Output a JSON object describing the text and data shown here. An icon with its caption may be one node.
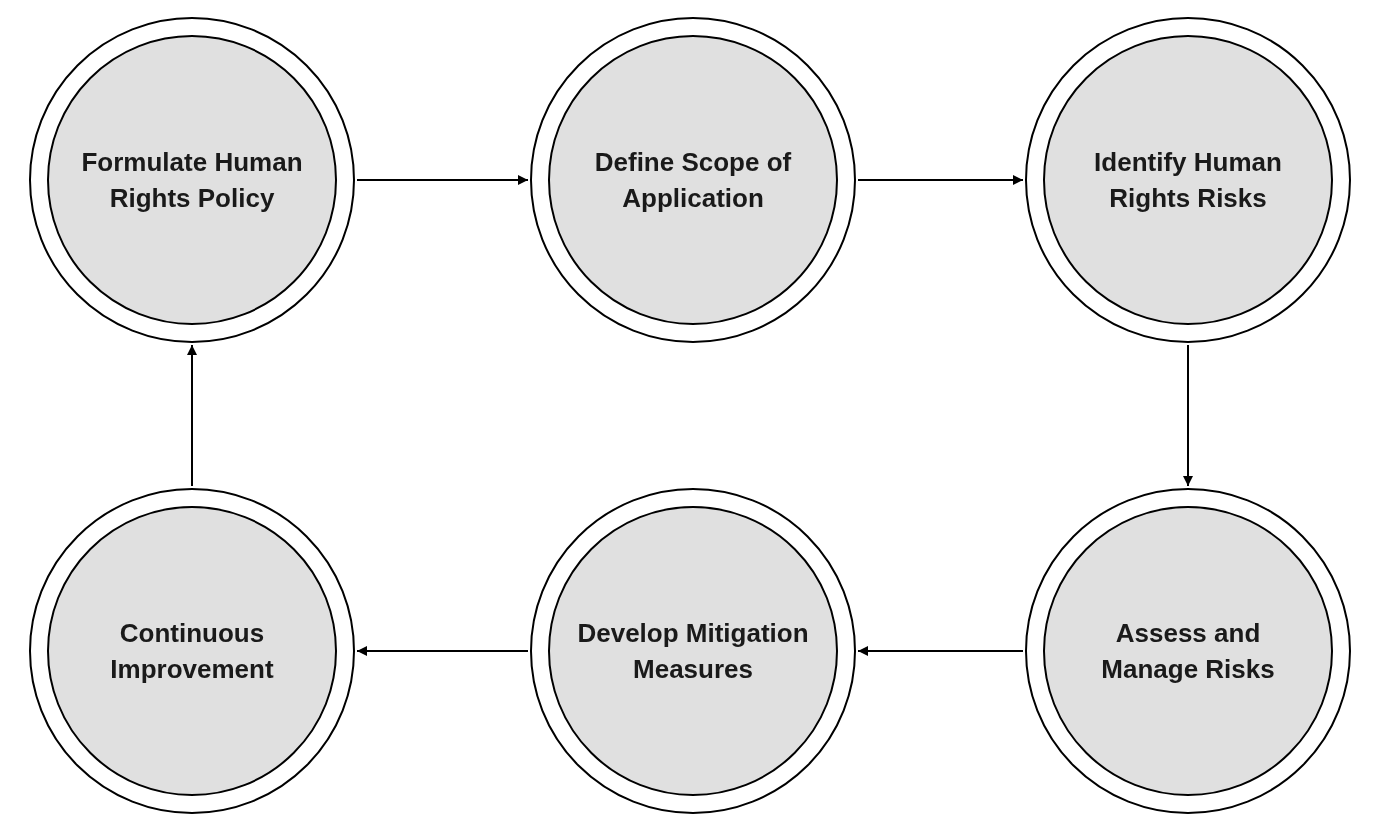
{
  "diagram": {
    "nodes": [
      {
        "text": [
          "Formulate Human Rights Policy"
        ]
      },
      {
        "text": [
          "Define Scope of Application"
        ]
      },
      {
        "text": [
          "Identify Human Rights Risks"
        ]
      },
      {
        "text": [
          "Assess and Manage Risks"
        ]
      },
      {
        "text": [
          "Develop Mitigation Measures"
        ]
      },
      {
        "text": [
          "Continuous Improvement"
        ]
      }
    ],
    "edges": [
      {
        "from": 0,
        "to": 1,
        "arrow": "to"
      },
      {
        "from": 1,
        "to": 2,
        "arrow": "to"
      },
      {
        "from": 2,
        "to": 3,
        "arrow": "to"
      },
      {
        "from": 3,
        "to": 4,
        "arrow": "to"
      },
      {
        "from": 4,
        "to": 5,
        "arrow": "to"
      },
      {
        "from": 5,
        "to": 0,
        "arrow": "to"
      }
    ]
  }
}
